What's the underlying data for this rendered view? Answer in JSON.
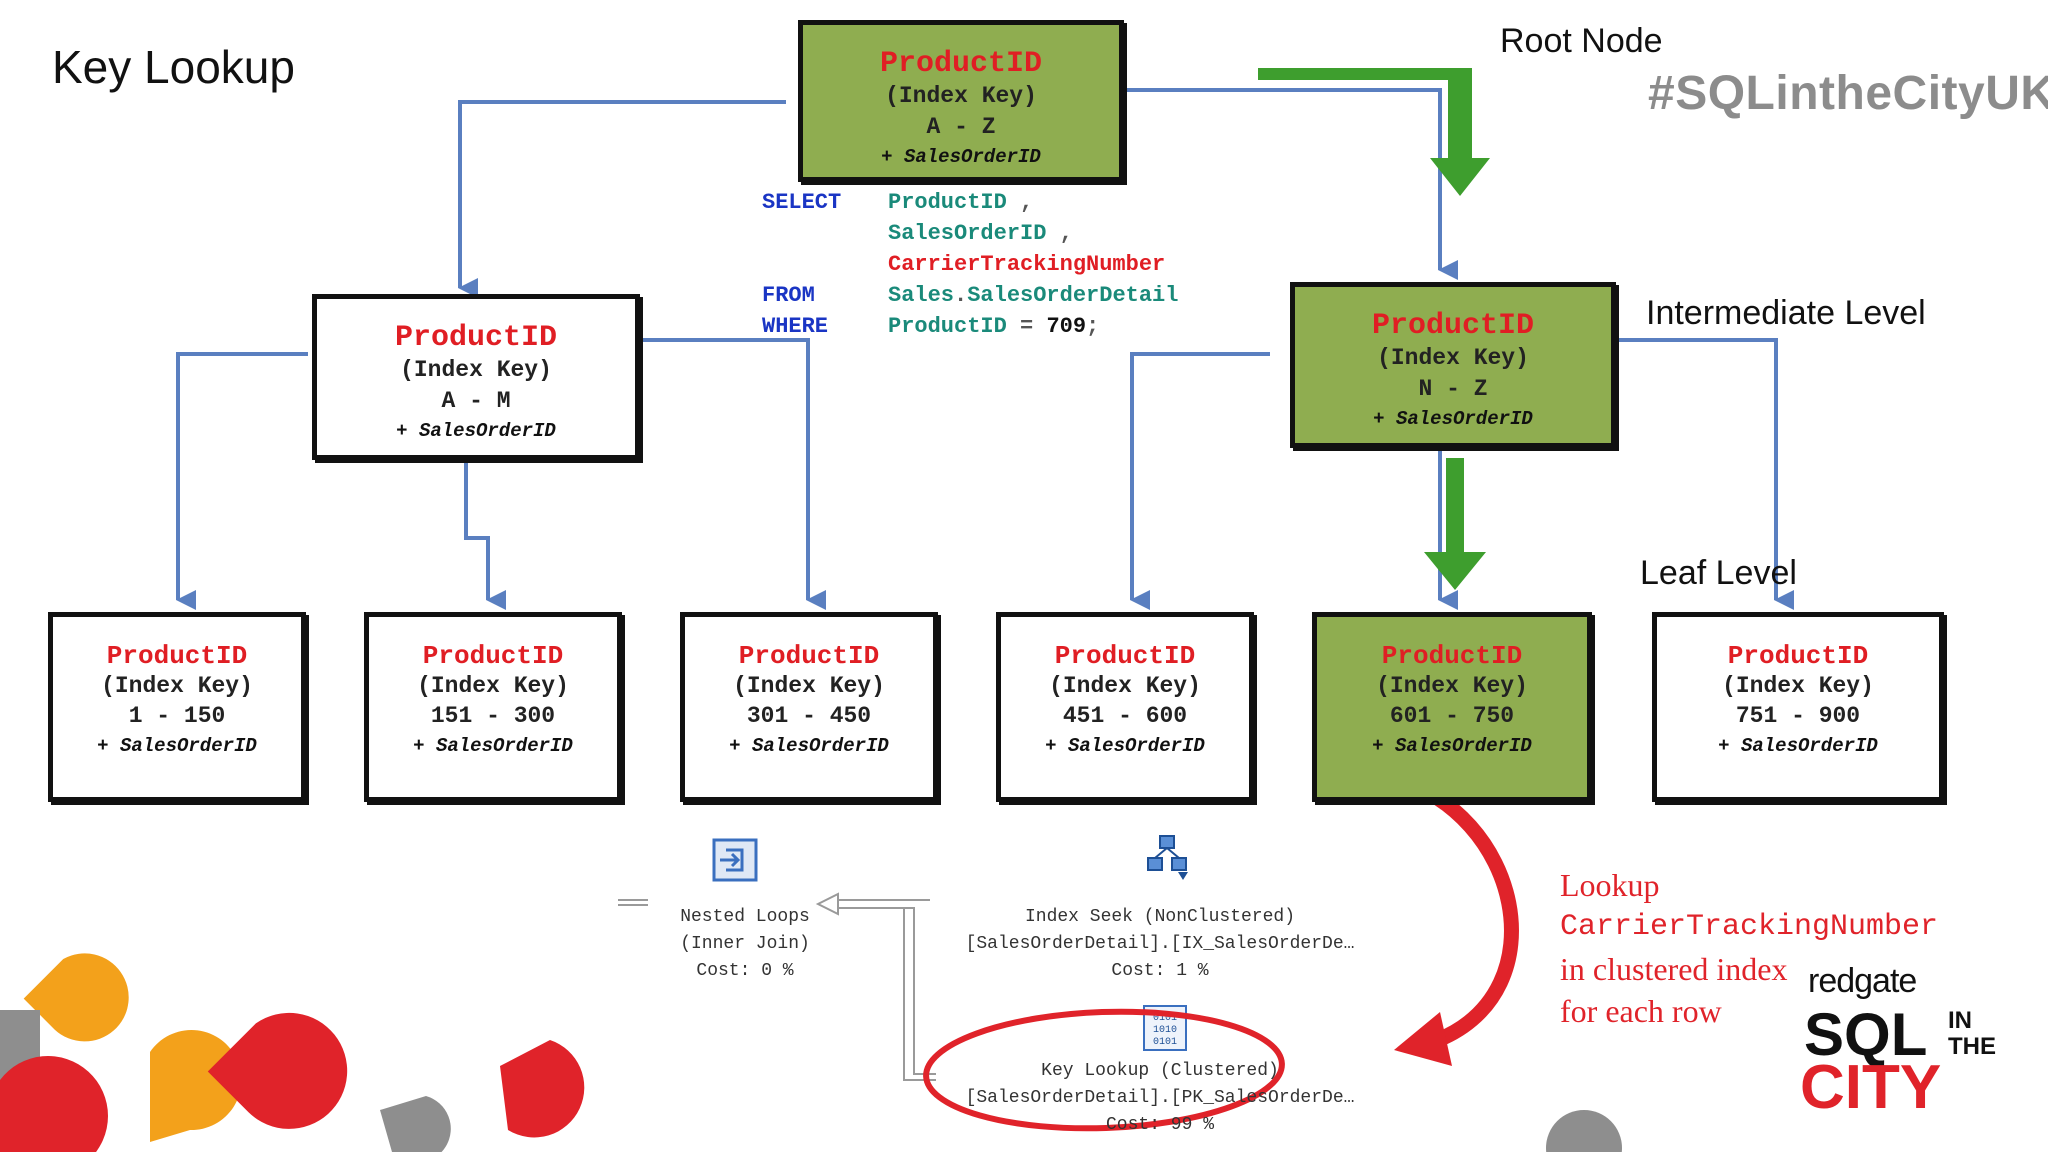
{
  "title": "Key Lookup",
  "labels": {
    "root": "Root Node",
    "intermediate": "Intermediate Level",
    "leaf": "Leaf Level",
    "hashtag": "#SQLintheCityUK"
  },
  "index_key_text": "(Index Key)",
  "field_text": "ProductID",
  "include_text": "+ SalesOrderID",
  "nodes": {
    "root": {
      "range": "A - Z"
    },
    "left": {
      "range": "A - M"
    },
    "right": {
      "range": "N - Z"
    },
    "leaves": [
      {
        "range": "1 - 150"
      },
      {
        "range": "151 - 300"
      },
      {
        "range": "301 - 450"
      },
      {
        "range": "451 - 600"
      },
      {
        "range": "601 - 750"
      },
      {
        "range": "751 - 900"
      }
    ]
  },
  "query": {
    "select_kw": "SELECT",
    "from_kw": "FROM",
    "where_kw": "WHERE",
    "col1": "ProductID",
    "comma": ",",
    "col2": "SalesOrderID",
    "col3": "CarrierTrackingNumber",
    "table_schema": "Sales",
    "dot": ".",
    "table_name": "SalesOrderDetail",
    "where_col": "ProductID",
    "eq": "=",
    "where_val": "709",
    "semicolon": ";"
  },
  "plan": {
    "nested_loops": {
      "line1": "Nested Loops",
      "line2": "(Inner Join)",
      "line3": "Cost: 0 %"
    },
    "index_seek": {
      "line1": "Index Seek (NonClustered)",
      "line2": "[SalesOrderDetail].[IX_SalesOrderDe…",
      "line3": "Cost: 1 %"
    },
    "key_lookup": {
      "line1": "Key Lookup (Clustered)",
      "line2": "[SalesOrderDetail].[PK_SalesOrderDe…",
      "line3": "Cost: 99 %"
    }
  },
  "lookup_note": {
    "line1": "Lookup",
    "line2": "CarrierTrackingNumber",
    "line3": "in clustered index",
    "line4": "for each row"
  },
  "logo": {
    "brand": "redgate",
    "sql": "SQL",
    "in_the": "IN THE",
    "city": "CITY"
  },
  "colors": {
    "green_node": "#8fad50",
    "arrow_green": "#3e9e2e",
    "connector_blue": "#5a7fc0",
    "accent_red": "#e0232a",
    "field_red": "#e01e24"
  }
}
